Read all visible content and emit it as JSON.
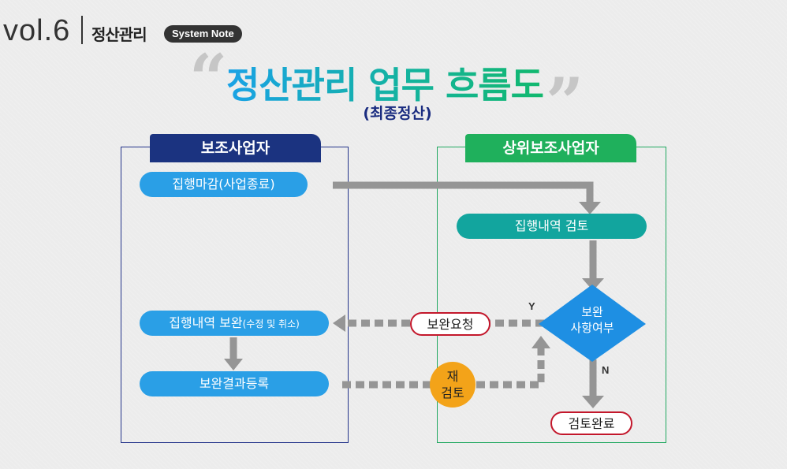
{
  "header": {
    "volume": "vol.6",
    "series_title": "정산관리",
    "badge": "System Note"
  },
  "title": {
    "main": "정산관리 업무 흐름도",
    "sub": "(최종정산)",
    "quote_open": "“",
    "quote_close": "”"
  },
  "lanes": {
    "left": {
      "label": "보조사업자",
      "color": "#1b3380"
    },
    "right": {
      "label": "상위보조사업자",
      "color": "#1fb05c"
    }
  },
  "nodes": {
    "close_execution": "집행마감(사업종료)",
    "review_execution": "집행내역 검토",
    "supplement_main": "집행내역 보완",
    "supplement_note": "(수정 및 취소)",
    "register_result": "보완결과등록",
    "decision_line1": "보완",
    "decision_line2": "사항여부",
    "request_supplement": "보완요청",
    "recheck_line1": "재",
    "recheck_line2": "검토",
    "review_complete": "검토완료"
  },
  "branches": {
    "yes": "Y",
    "no": "N"
  },
  "colors": {
    "blue_pill": "#2a9fe6",
    "teal_pill": "#12a59e",
    "diamond": "#1e8fe3",
    "recheck": "#f3a319",
    "outline": "#c3172b",
    "arrow": "#959595"
  }
}
